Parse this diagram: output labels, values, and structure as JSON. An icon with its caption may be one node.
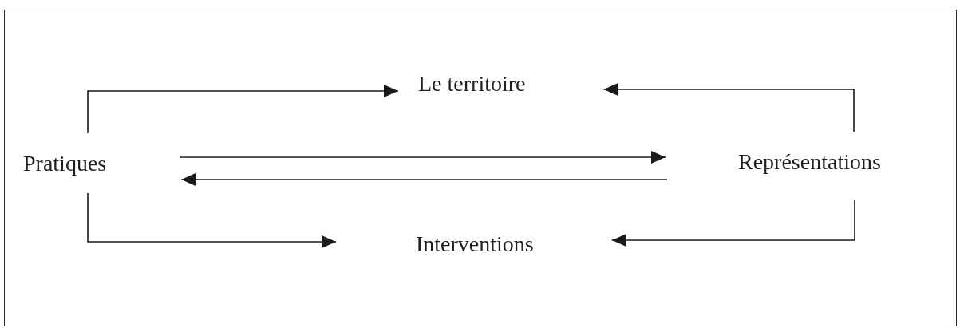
{
  "diagram": {
    "nodes": [
      {
        "text": [
          "Le territoire"
        ]
      },
      {
        "text": [
          "Pratiques"
        ]
      },
      {
        "text": [
          "Représentations"
        ]
      },
      {
        "text": [
          "Interventions"
        ]
      }
    ],
    "edges": [
      {
        "from": 1,
        "to": 0,
        "arrow": "to"
      },
      {
        "from": 2,
        "to": 0,
        "arrow": "to"
      },
      {
        "from": 1,
        "to": 2,
        "arrow": "to"
      },
      {
        "from": 2,
        "to": 1,
        "arrow": "to"
      },
      {
        "from": 1,
        "to": 3,
        "arrow": "to"
      },
      {
        "from": 2,
        "to": 3,
        "arrow": "to"
      }
    ]
  }
}
